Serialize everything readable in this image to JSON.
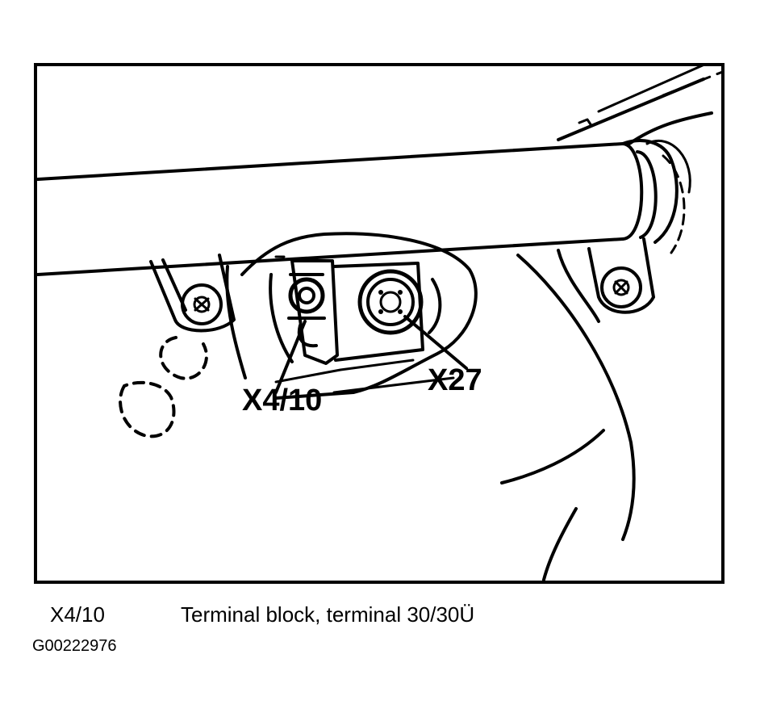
{
  "diagram": {
    "callouts": {
      "x4_10": "X4/10",
      "x27": "X27"
    }
  },
  "caption": {
    "code": "X4/10",
    "description": "Terminal block, terminal 30/30Ü"
  },
  "figure_id": "G00222976"
}
